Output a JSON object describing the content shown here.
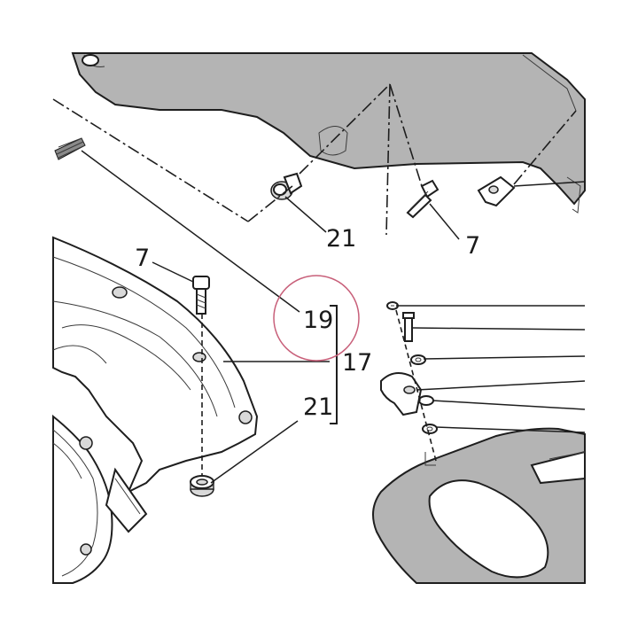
{
  "callouts": {
    "c7_top_right": "7",
    "c21_top": "21",
    "c7_left": "7",
    "c19": "19",
    "c17": "17",
    "c21_bottom": "21"
  },
  "colors": {
    "line": "#1e1e1e",
    "part_fill": "#b4b4b4",
    "highlight_circle": "#c8607a"
  }
}
